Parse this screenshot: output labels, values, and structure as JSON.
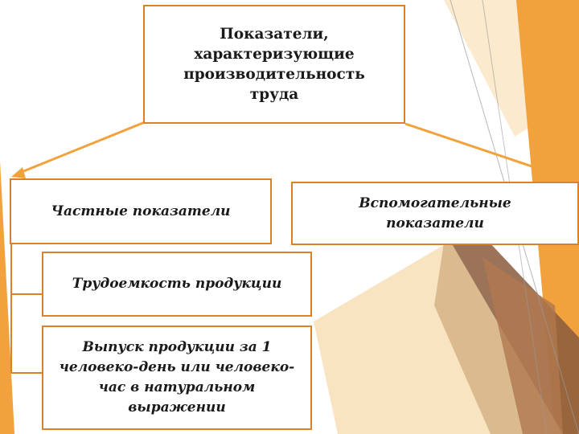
{
  "diagram": {
    "root": {
      "label": "Показатели, характеризующие производительность труда"
    },
    "private_indicators": {
      "label": "Частные показатели"
    },
    "auxiliary_indicators": {
      "label": "Вспомогательные показатели"
    },
    "labor_intensity": {
      "label": "Трудоемкость продукции"
    },
    "output_per_unit": {
      "label": "Выпуск продукции за 1 человеко-день или человеко-час в натуральном выражении"
    }
  },
  "colors": {
    "accent_orange": "#d9822b",
    "deco_orange": "#f2a23c",
    "deco_brown": "#8a5a3c"
  }
}
